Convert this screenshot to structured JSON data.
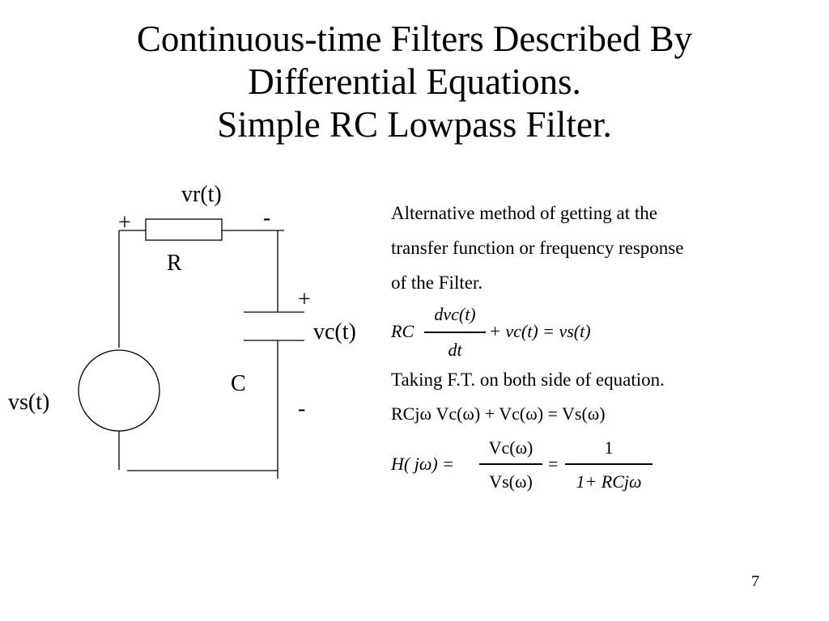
{
  "slide": {
    "title_lines": [
      "Continuous-time Filters Described By",
      "Differential Equations.",
      "Simple RC Lowpass Filter."
    ],
    "page_number": "7"
  },
  "circuit": {
    "vr_label": "vr(t)",
    "plus_r": "+",
    "minus_r": "-",
    "r_label": "R",
    "plus_c": "+",
    "vc_label": "vc(t)",
    "c_label": "C",
    "minus_c": "-",
    "vs_label": "vs(t)"
  },
  "text": {
    "line1": "Alternative method of getting at the",
    "line2": "transfer function or frequency response",
    "line3": "of the Filter.",
    "line4": "Taking  F.T. on both side of equation."
  },
  "eq1": {
    "lhs": "RC",
    "num": "dvc(t)",
    "den": "dt",
    "rhs": "+ vc(t) = vs(t)"
  },
  "eq2": {
    "text": "RCjω Vc(ω) + Vc(ω) = Vs(ω)"
  },
  "eq3": {
    "lhs": "H( jω) =",
    "num1": "Vc(ω)",
    "den1": "Vs(ω)",
    "eq": "=",
    "num2": "1",
    "den2": "1+ RCjω"
  }
}
